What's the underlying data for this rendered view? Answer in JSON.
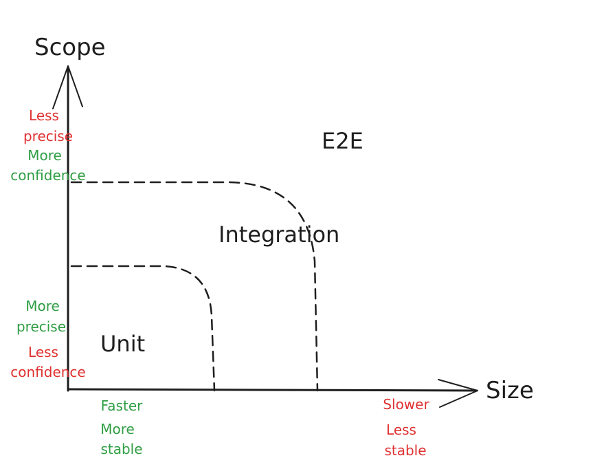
{
  "axes": {
    "y_title": "Scope",
    "x_title": "Size"
  },
  "regions": {
    "unit": "Unit",
    "integration": "Integration",
    "e2e": "E2E"
  },
  "y_top_notes": {
    "line1": "Less",
    "line2": "precise",
    "line3": "More",
    "line4": "confidence"
  },
  "y_bottom_notes": {
    "line1": "More",
    "line2": "precise",
    "line3": "Less",
    "line4": "confidence"
  },
  "x_left_notes": {
    "line1": "Faster",
    "line2": "More",
    "line3": "stable"
  },
  "x_right_notes": {
    "line1": "Slower",
    "line2": "Less",
    "line3": "stable"
  },
  "colors": {
    "ink": "#1e1e1e",
    "red": "#e03131",
    "green": "#2f9e44"
  }
}
